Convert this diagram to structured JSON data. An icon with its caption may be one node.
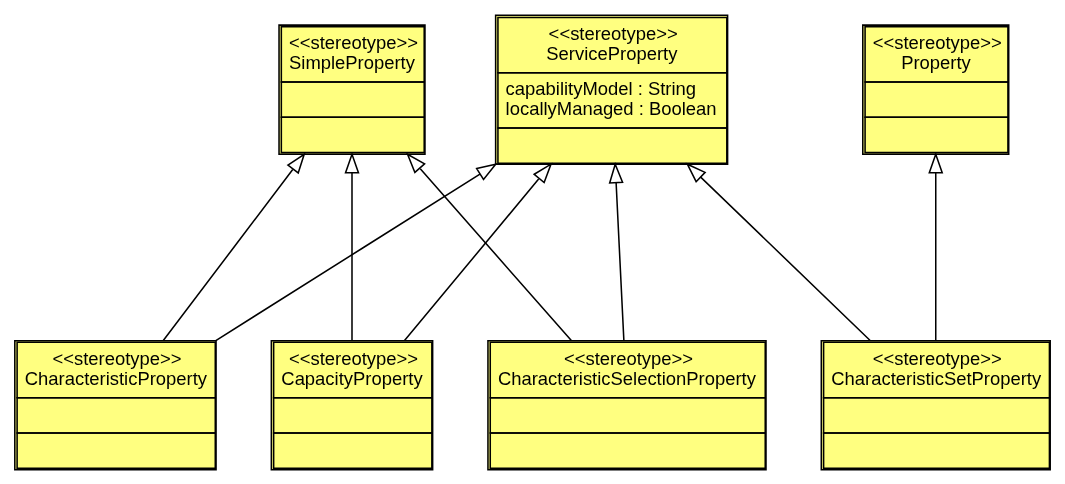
{
  "diagram": {
    "nodes": [
      {
        "text": [
          "<<stereotype>>",
          "SimpleProperty"
        ]
      },
      {
        "text": [
          "<<stereotype>>",
          "ServiceProperty",
          "capabilityModel : String",
          "locallyManaged : Boolean"
        ]
      },
      {
        "text": [
          "<<stereotype>>",
          "Property"
        ]
      },
      {
        "text": [
          "<<stereotype>>",
          "CharacteristicProperty"
        ]
      },
      {
        "text": [
          "<<stereotype>>",
          "CapacityProperty"
        ]
      },
      {
        "text": [
          "<<stereotype>>",
          "CharacteristicSelectionProperty"
        ]
      },
      {
        "text": [
          "<<stereotype>>",
          "CharacteristicSetProperty"
        ]
      }
    ],
    "edges": [
      {
        "from": 3,
        "to": 0,
        "arrow": "to"
      },
      {
        "from": 3,
        "to": 1,
        "arrow": "to"
      },
      {
        "from": 4,
        "to": 0,
        "arrow": "to"
      },
      {
        "from": 4,
        "to": 1,
        "arrow": "to"
      },
      {
        "from": 5,
        "to": 0,
        "arrow": "to"
      },
      {
        "from": 5,
        "to": 1,
        "arrow": "to"
      },
      {
        "from": 6,
        "to": 1,
        "arrow": "to"
      },
      {
        "from": 6,
        "to": 2,
        "arrow": "to"
      }
    ]
  }
}
